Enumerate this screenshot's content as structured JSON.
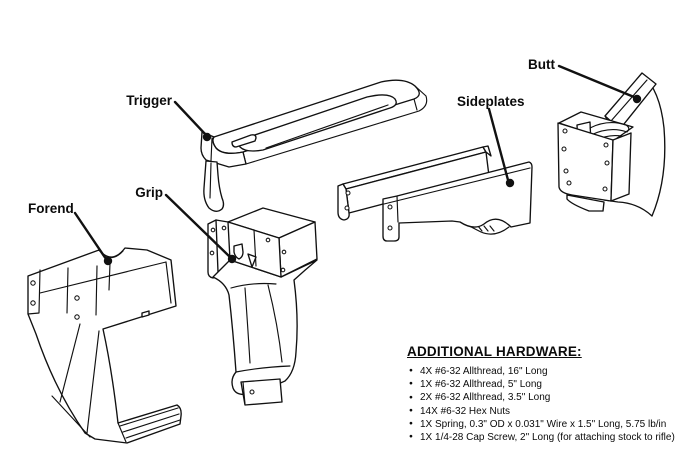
{
  "diagram": {
    "labels": {
      "trigger": "Trigger",
      "grip": "Grip",
      "forend": "Forend",
      "sideplates": "Sideplates",
      "butt": "Butt"
    }
  },
  "hardware": {
    "title": "ADDITIONAL HARDWARE:",
    "items": [
      "4X #6-32 Allthread, 16\" Long",
      "1X #6-32 Allthread, 5\" Long",
      "2X #6-32 Allthread, 3.5\" Long",
      "14X #6-32 Hex Nuts",
      "1X Spring, 0.3\" OD x 0.031\" Wire x 1.5\" Long, 5.75 lb/in",
      "1X 1/4-28 Cap Screw, 2\" Long (for attaching stock to rifle)"
    ]
  },
  "icons": {
    "bullet": "●"
  },
  "colors": {
    "line": "#111111",
    "background": "#ffffff"
  }
}
